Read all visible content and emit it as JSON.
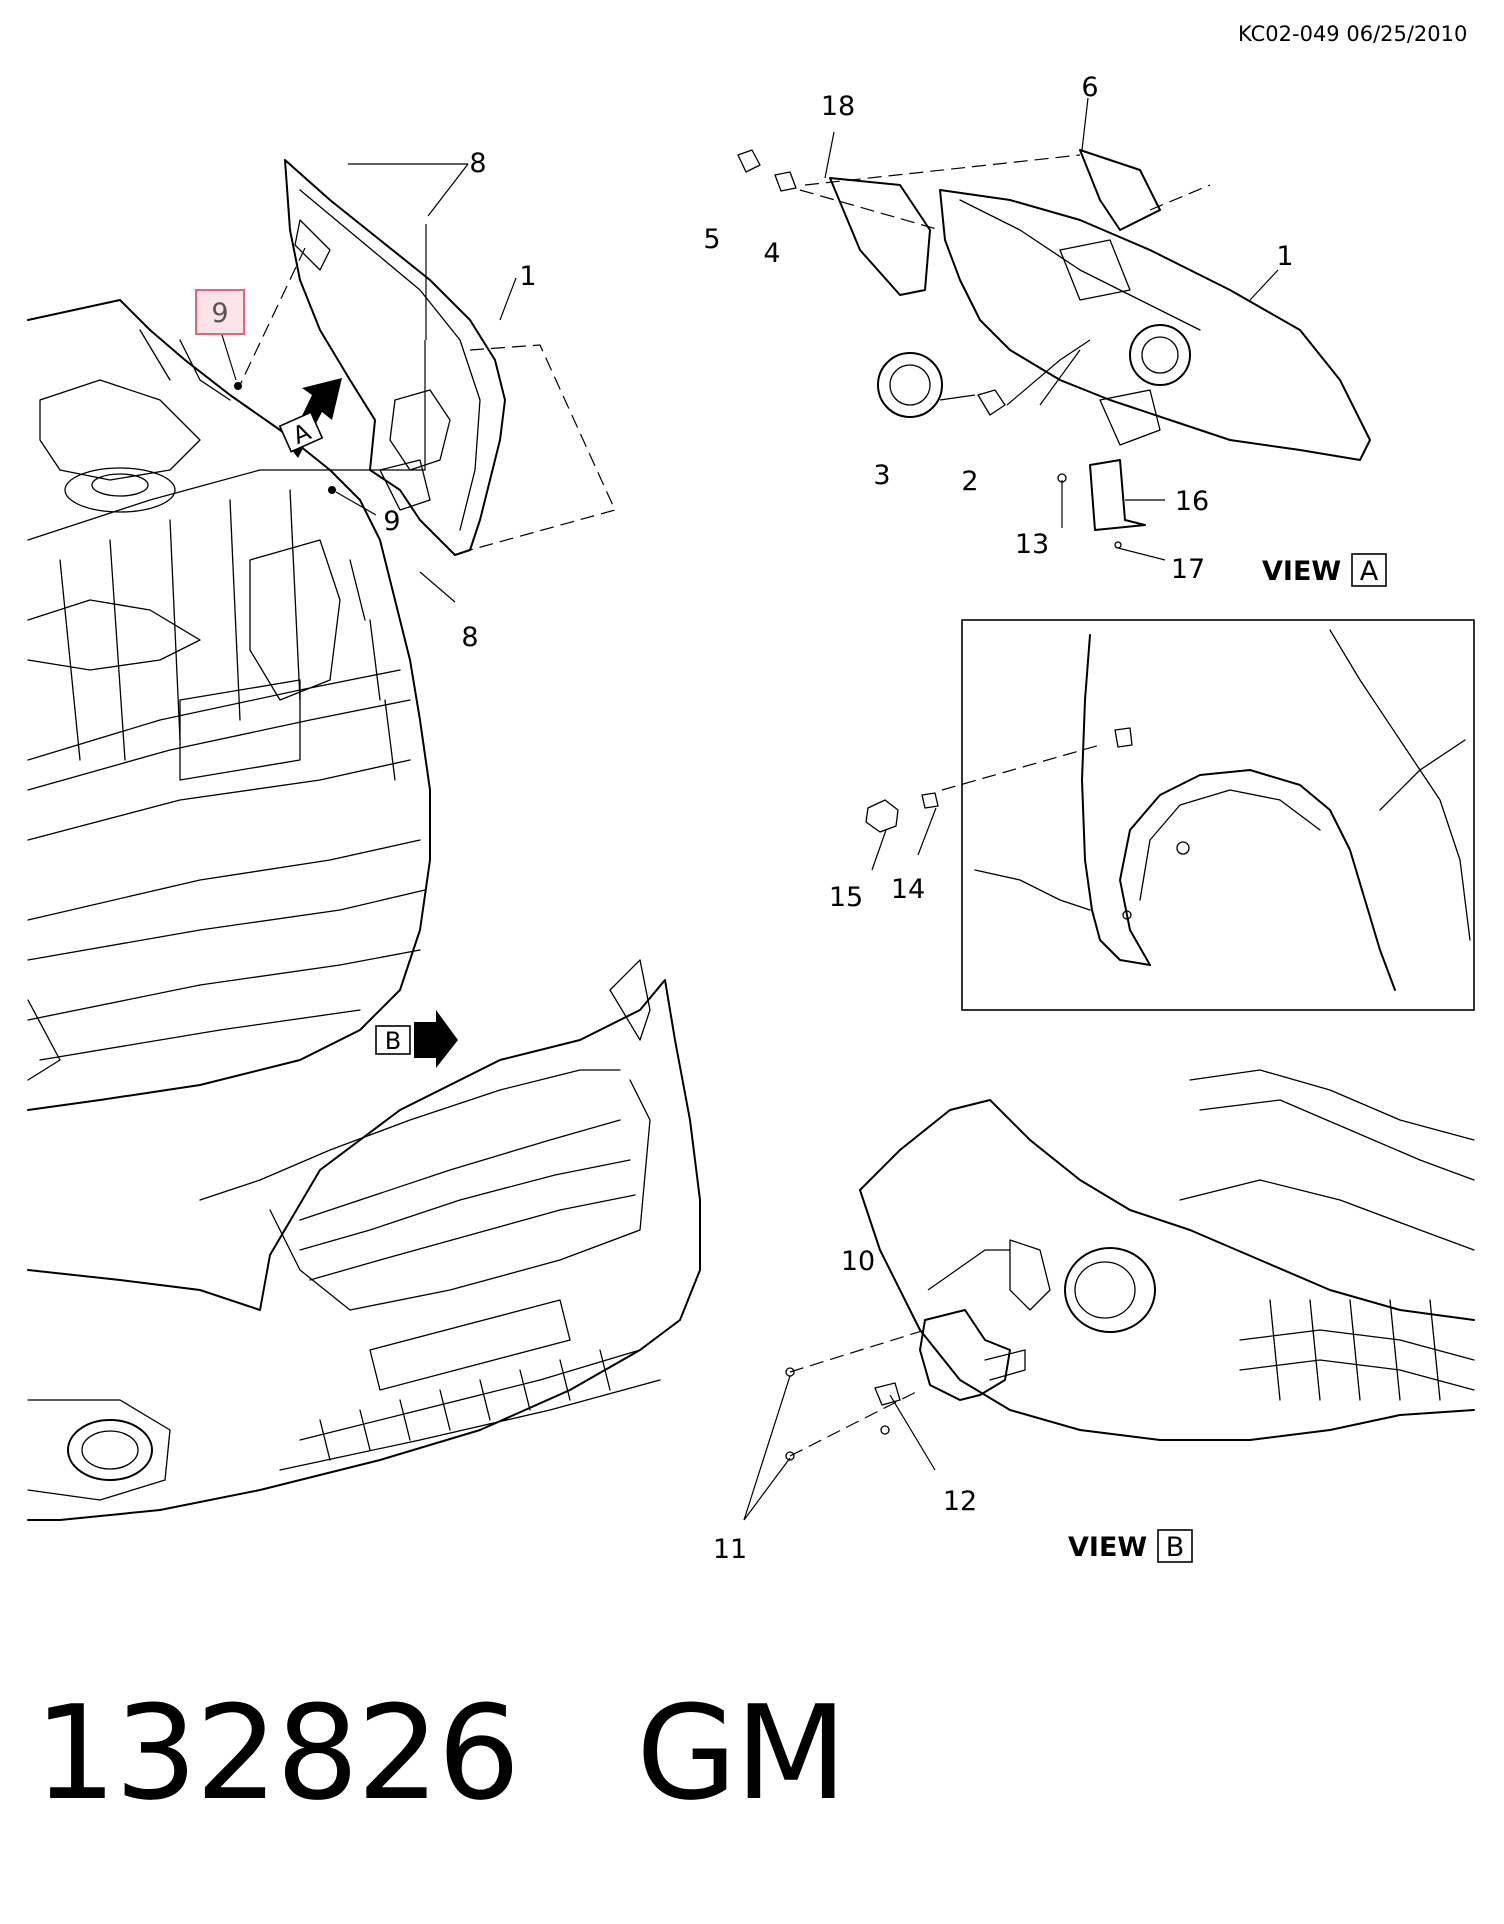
{
  "reference": "KC02-049 06/25/2010",
  "caption": "132826   GM",
  "callouts": [
    {
      "id": "c-9-highlight",
      "text": "9",
      "highlighted": true
    },
    {
      "id": "c-8-top",
      "text": "8"
    },
    {
      "id": "c-1-left",
      "text": "1"
    },
    {
      "id": "c-9-mid",
      "text": "9"
    },
    {
      "id": "c-8-low",
      "text": "8"
    },
    {
      "id": "c-18",
      "text": "18"
    },
    {
      "id": "c-6",
      "text": "6"
    },
    {
      "id": "c-5",
      "text": "5"
    },
    {
      "id": "c-4",
      "text": "4"
    },
    {
      "id": "c-1-right",
      "text": "1"
    },
    {
      "id": "c-3",
      "text": "3"
    },
    {
      "id": "c-2",
      "text": "2"
    },
    {
      "id": "c-16",
      "text": "16"
    },
    {
      "id": "c-13",
      "text": "13"
    },
    {
      "id": "c-17",
      "text": "17"
    },
    {
      "id": "c-15",
      "text": "15"
    },
    {
      "id": "c-14",
      "text": "14"
    },
    {
      "id": "c-10",
      "text": "10"
    },
    {
      "id": "c-12",
      "text": "12"
    },
    {
      "id": "c-11",
      "text": "11"
    }
  ],
  "view_arrows": {
    "a": "A",
    "b": "B"
  },
  "view_titles": {
    "a": {
      "label": "VIEW",
      "letter": "A"
    },
    "b": {
      "label": "VIEW",
      "letter": "B"
    }
  },
  "colors": {
    "highlight_border": "#e8627a",
    "highlight_fill": "#fbe3e8",
    "ink": "#000000"
  }
}
